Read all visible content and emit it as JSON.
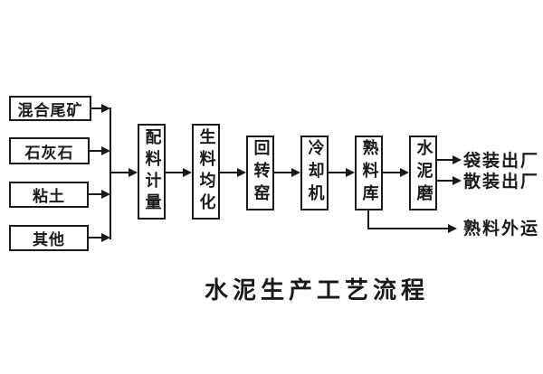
{
  "colors": {
    "background": "#ffffff",
    "ink": "#1a1a1a"
  },
  "diagram": {
    "sources": [
      {
        "label": "混合尾矿"
      },
      {
        "label": "石灰石"
      },
      {
        "label": "粘土"
      },
      {
        "label": "其他"
      }
    ],
    "stages": [
      {
        "label": "配料计量"
      },
      {
        "label": "生料均化"
      },
      {
        "label": "回转窑"
      },
      {
        "label": "冷却机"
      },
      {
        "label": "熟料库"
      },
      {
        "label": "水泥磨"
      }
    ],
    "outputs": [
      {
        "label": "袋装出厂"
      },
      {
        "label": "散装出厂"
      }
    ],
    "clinker_output": {
      "label": "熟料外运"
    },
    "caption": "水泥生产工艺流程"
  }
}
